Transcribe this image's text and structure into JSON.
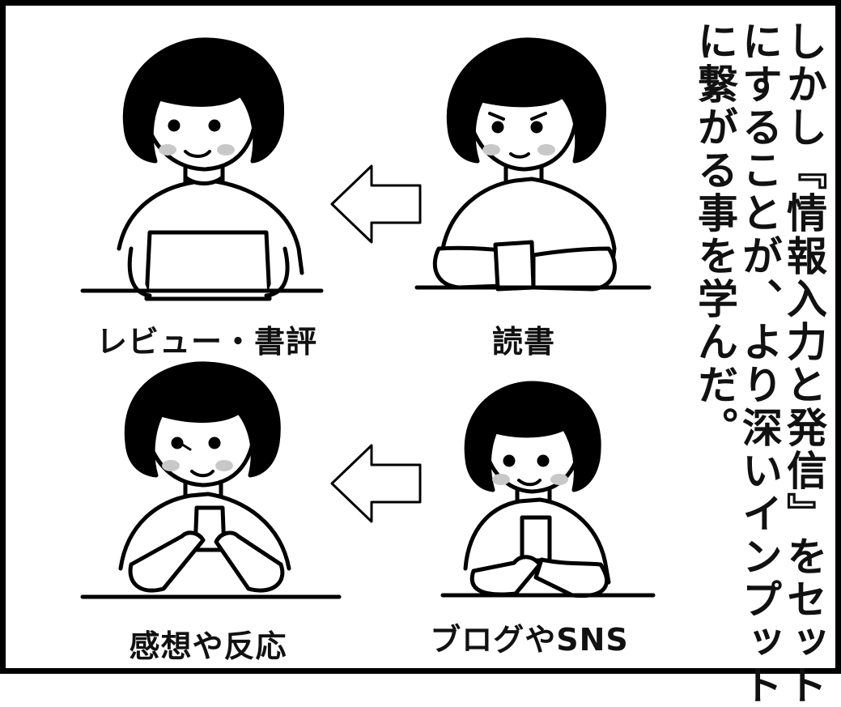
{
  "narration": {
    "line1": "しかし『情報入力と発信』をセット",
    "line2": "にすることが、より深いインプット",
    "line3": "に繋がる事を学んだ。"
  },
  "captions": {
    "top_left": "レビュー・書評",
    "top_right": "読書",
    "bottom_left": "感想や反応",
    "bottom_right": "ブログやSNS"
  }
}
